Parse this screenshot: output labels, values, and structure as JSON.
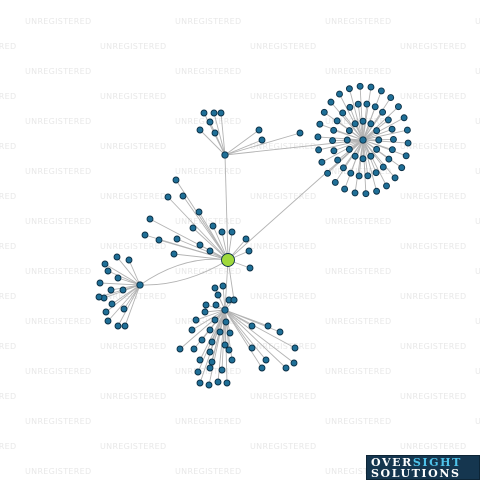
{
  "watermark": {
    "text": "UNREGISTERED"
  },
  "logo": {
    "line1_part1": "OVER",
    "line1_part2": "SIGHT",
    "line2": "SOLUTIONS"
  },
  "network": {
    "colors": {
      "central_node": "#9fd93b",
      "node": "#1f6f97",
      "node_outline": "#0b2f45",
      "edge": "#b3b3b3"
    },
    "hub_count": 5,
    "connected_hubs": [
      "center-hub",
      "top-right-hub",
      "upper-hub",
      "left-hub",
      "lower-hub"
    ]
  }
}
